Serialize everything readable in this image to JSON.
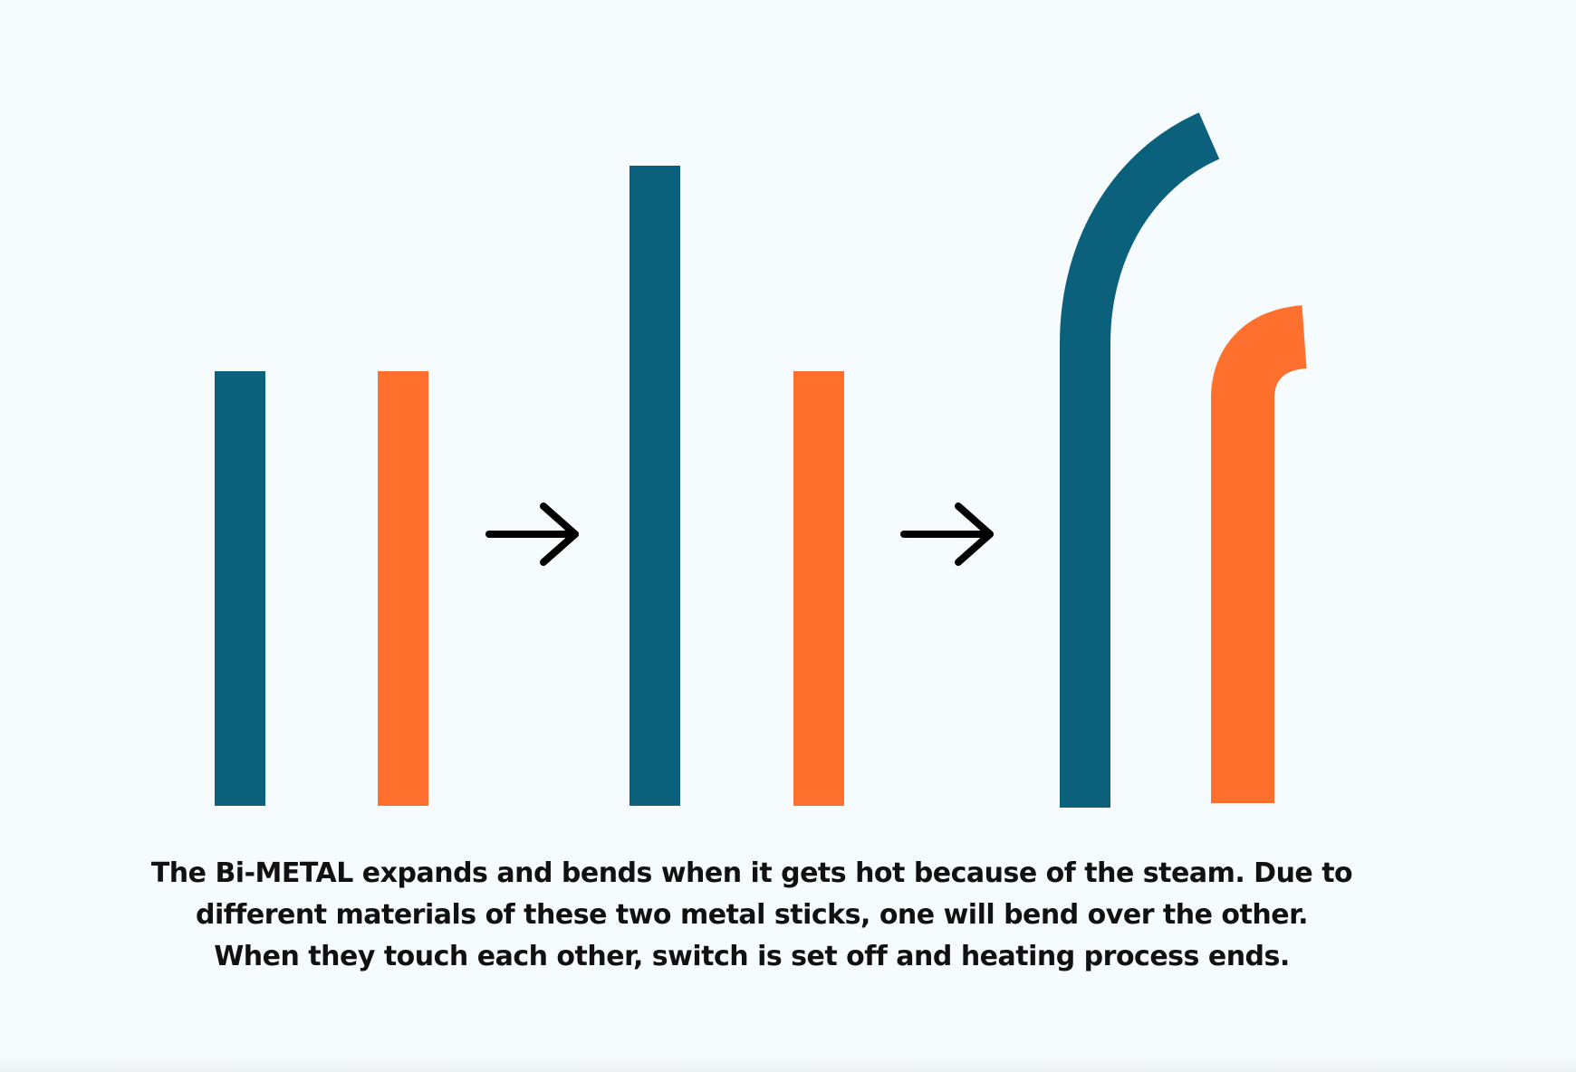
{
  "colors": {
    "background": "#f6fbfd",
    "metal_blue": "#0b607c",
    "metal_orange": "#ff6f2e",
    "arrow": "#000000",
    "text": "#111111"
  },
  "stages": [
    {
      "name": "initial",
      "blue_shape": "straight",
      "orange_shape": "straight"
    },
    {
      "name": "expanded",
      "blue_shape": "straight-longer",
      "orange_shape": "straight"
    },
    {
      "name": "bent",
      "blue_shape": "curved-over",
      "orange_shape": "curved"
    }
  ],
  "icons": [
    "right-arrow-icon",
    "right-arrow-icon"
  ],
  "caption": {
    "line1": "The Bi-METAL expands and bends when it gets hot because of the steam. Due to",
    "line2": "different materials of these two metal sticks, one will bend over the other.",
    "line3": "When they touch each other, switch is set off and heating process ends."
  }
}
